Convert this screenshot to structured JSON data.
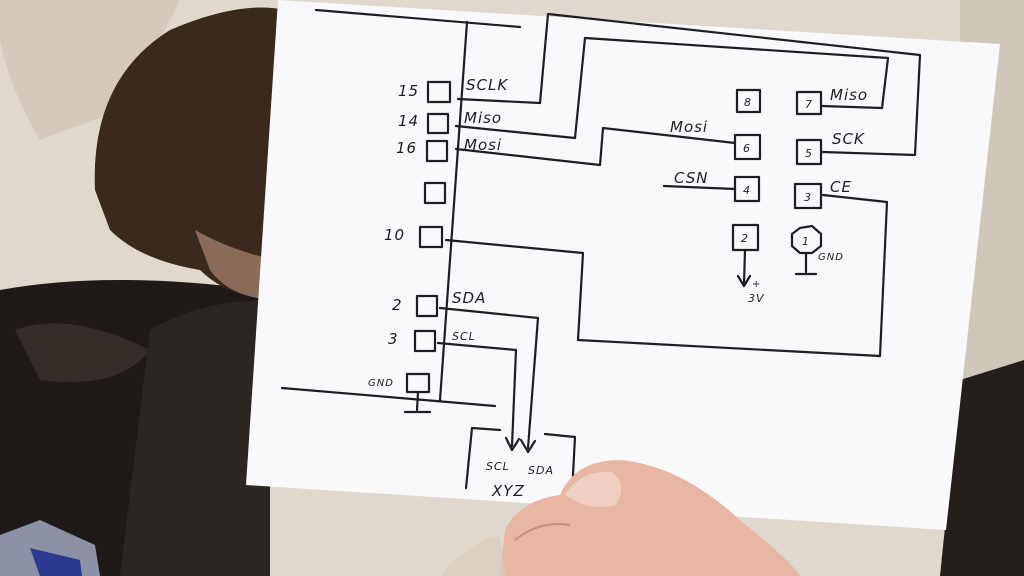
{
  "diagram": {
    "left_header": {
      "pins": [
        {
          "number": "15",
          "signal": "SCLK"
        },
        {
          "number": "14",
          "signal": "Miso"
        },
        {
          "number": "16",
          "signal": "Mosi"
        },
        {
          "number": "",
          "signal": ""
        },
        {
          "number": "10",
          "signal": ""
        },
        {
          "number": "2",
          "signal": "SDA"
        },
        {
          "number": "3",
          "signal": "SCL"
        }
      ],
      "gnd_label": "GND"
    },
    "radio_module": {
      "pins": [
        {
          "number": "8",
          "signal": ""
        },
        {
          "number": "7",
          "signal": "Miso"
        },
        {
          "number": "6",
          "signal": "Mosi"
        },
        {
          "number": "5",
          "signal": "SCK"
        },
        {
          "number": "4",
          "signal": "CSN"
        },
        {
          "number": "3",
          "signal": "CE"
        },
        {
          "number": "2",
          "signal": ""
        },
        {
          "number": "1",
          "signal": ""
        }
      ],
      "power_label": "3V",
      "plus_sign": "+",
      "gnd_label": "GND"
    },
    "sensor": {
      "name": "XYZ",
      "pin_scl": "SCL",
      "pin_sda": "SDA"
    }
  },
  "colors": {
    "wall": "#e0d8cc",
    "paper": "#f9f9fb",
    "ink": "#1d1d24",
    "hair": "#3a2a1e",
    "sofa": "#1f1a17",
    "skin": "#e8b7a4"
  }
}
